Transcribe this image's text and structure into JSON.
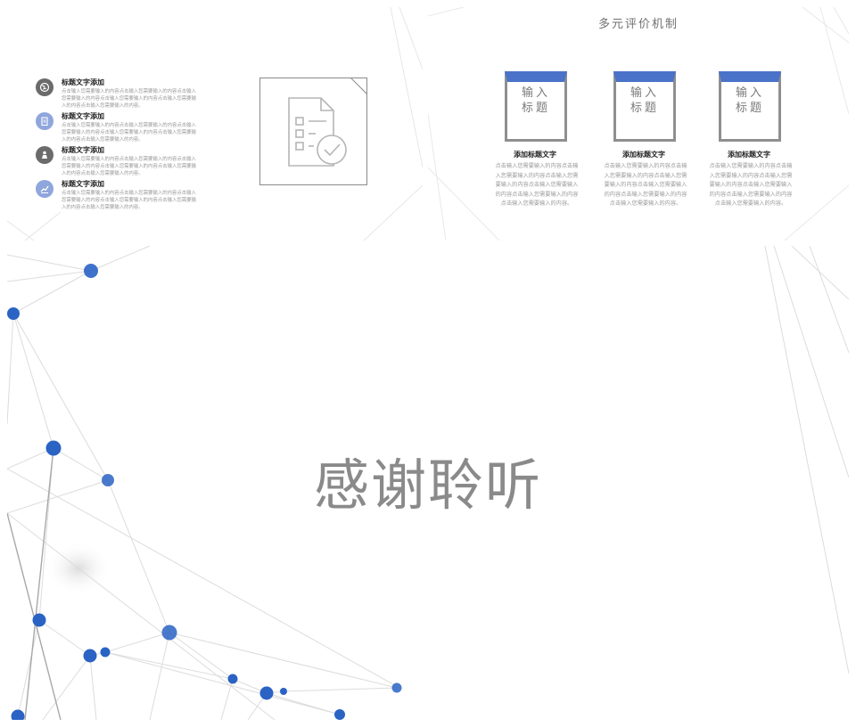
{
  "slide_left": {
    "items": [
      {
        "icon": "globe-icon",
        "icon_color": "#6b6b6b",
        "title": "标题文字添加",
        "desc": "点击输入您需要输入的内容点击输入您需要输入的内容点击输入您需要输入的内容点击输入您需要输入的内容点击输入您需要输入的内容点击输入您需要输入的内容。"
      },
      {
        "icon": "clipboard-icon",
        "icon_color": "#8ea6dc",
        "title": "标题文字添加",
        "desc": "点击输入您需要输入的内容点击输入您需要输入的内容点击输入您需要输入的内容点击输入您需要输入的内容点击输入您需要输入的内容点击输入您需要输入的内容。"
      },
      {
        "icon": "worker-icon",
        "icon_color": "#6b6b6b",
        "title": "标题文字添加",
        "desc": "点击输入您需要输入的内容点击输入您需要输入的内容点击输入您需要输入的内容点击输入您需要输入的内容点击输入您需要输入的内容点击输入您需要输入的内容。"
      },
      {
        "icon": "chart-up-icon",
        "icon_color": "#8ea6dc",
        "title": "标题文字添加",
        "desc": "点击输入您需要输入的内容点击输入您需要输入的内容点击输入您需要输入的内容点击输入您需要输入的内容点击输入您需要输入的内容点击输入您需要输入的内容。"
      }
    ],
    "doc_icon": "document-check-icon"
  },
  "slide_right": {
    "title": "多元评价机制",
    "columns": [
      {
        "box_line1": "输入",
        "box_line2": "标题",
        "title": "添加标题文字",
        "body": "点击输入您需要输入的内容点击输入您需要输入的内容点击输入您需要输入的内容点击输入您需要输入的内容点击输入您需要输入的内容点击输入您需要输入的内容。"
      },
      {
        "box_line1": "输入",
        "box_line2": "标题",
        "title": "添加标题文字",
        "body": "点击输入您需要输入的内容点击输入您需要输入的内容点击输入您需要输入的内容点击输入您需要输入的内容点击输入您需要输入的内容点击输入您需要输入的内容。"
      },
      {
        "box_line1": "输入",
        "box_line2": "标题",
        "title": "添加标题文字",
        "body": "点击输入您需要输入的内容点击输入您需要输入的内容点击输入您需要输入的内容点击输入您需要输入的内容点击输入您需要输入的内容点击输入您需要输入的内容。"
      }
    ],
    "accent": "#4a72c9",
    "border": "#8f8f8f"
  },
  "slide_main": {
    "title": "感谢聆听",
    "node_color": "#2a63c4"
  }
}
